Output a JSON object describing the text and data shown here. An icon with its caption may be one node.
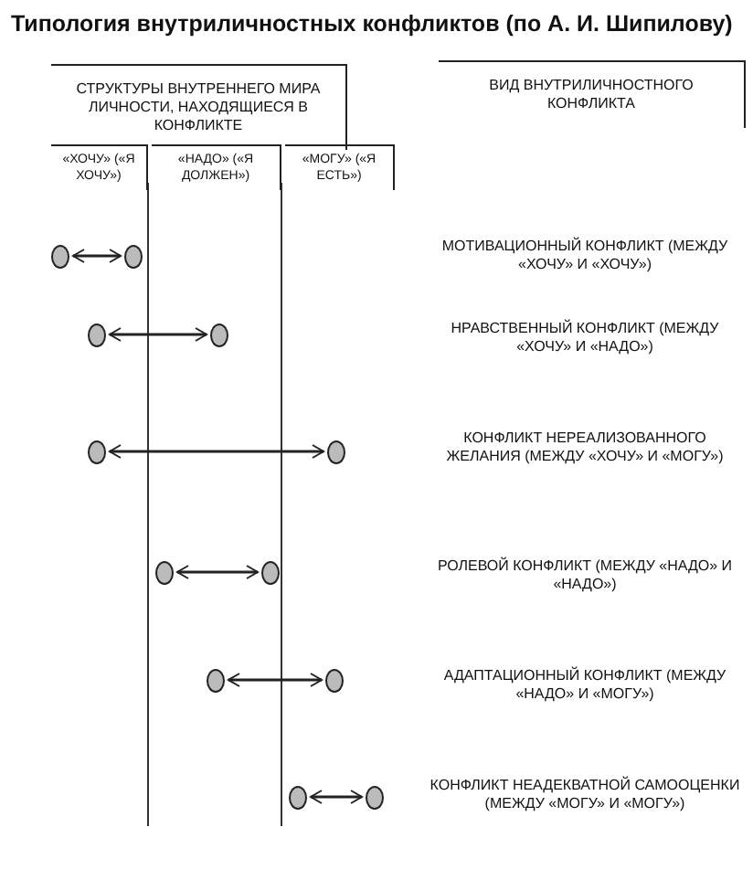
{
  "diagram": {
    "title": "Типология внутриличностных конфликтов (по А. И. Шипилову)",
    "nodes": [
      {
        "text": [],
        "shape": "oval"
      },
      {
        "text": [],
        "shape": "oval"
      },
      {
        "text": [],
        "shape": "oval"
      },
      {
        "text": [],
        "shape": "oval"
      },
      {
        "text": [],
        "shape": "oval"
      },
      {
        "text": [],
        "shape": "oval"
      },
      {
        "text": [],
        "shape": "oval"
      },
      {
        "text": [],
        "shape": "oval"
      },
      {
        "text": [],
        "shape": "oval"
      },
      {
        "text": [],
        "shape": "oval"
      },
      {
        "text": [],
        "shape": "oval"
      },
      {
        "text": [],
        "shape": "oval"
      }
    ],
    "edges": [
      {
        "from": 0,
        "to": 1,
        "arrow": "both"
      },
      {
        "from": 2,
        "to": 3,
        "arrow": "both"
      },
      {
        "from": 4,
        "to": 5,
        "arrow": "both"
      },
      {
        "from": 6,
        "to": 7,
        "arrow": "both"
      },
      {
        "from": 8,
        "to": 9,
        "arrow": "both"
      },
      {
        "from": 10,
        "to": 11,
        "arrow": "both"
      }
    ],
    "labels": [
      "СТРУКТУРЫ ВНУТРЕННЕГО МИРА ЛИЧНОСТИ, НАХОДЯЩИЕСЯ В КОНФЛИКТЕ",
      "ВИД ВНУТРИЛИЧНОСТНОГО КОНФЛИКТА",
      "«ХОЧУ» («Я ХОЧУ»)",
      "«НАДО» («Я ДОЛЖЕН»)",
      "«МОГУ» («Я ЕСТЬ»)",
      "МОТИВАЦИОННЫЙ КОНФЛИКТ (МЕЖДУ «ХОЧУ» И «ХОЧУ»)",
      "НРАВСТВЕННЫЙ КОНФЛИКТ (МЕЖДУ «ХОЧУ» И «НАДО»)",
      "КОНФЛИКТ НЕРЕАЛИЗОВАННОГО ЖЕЛАНИЯ (МЕЖДУ «ХОЧУ» И «МОГУ»)",
      "РОЛЕВОЙ КОНФЛИКТ (МЕЖДУ «НАДО» И «НАДО»)",
      "АДАПТАЦИОННЫЙ КОНФЛИКТ (МЕЖДУ «НАДО» И «МОГУ»)",
      "КОНФЛИКТ НЕАДЕКВАТНОЙ САМООЦЕНКИ (МЕЖДУ «МОГУ» И «МОГУ»)"
    ]
  }
}
